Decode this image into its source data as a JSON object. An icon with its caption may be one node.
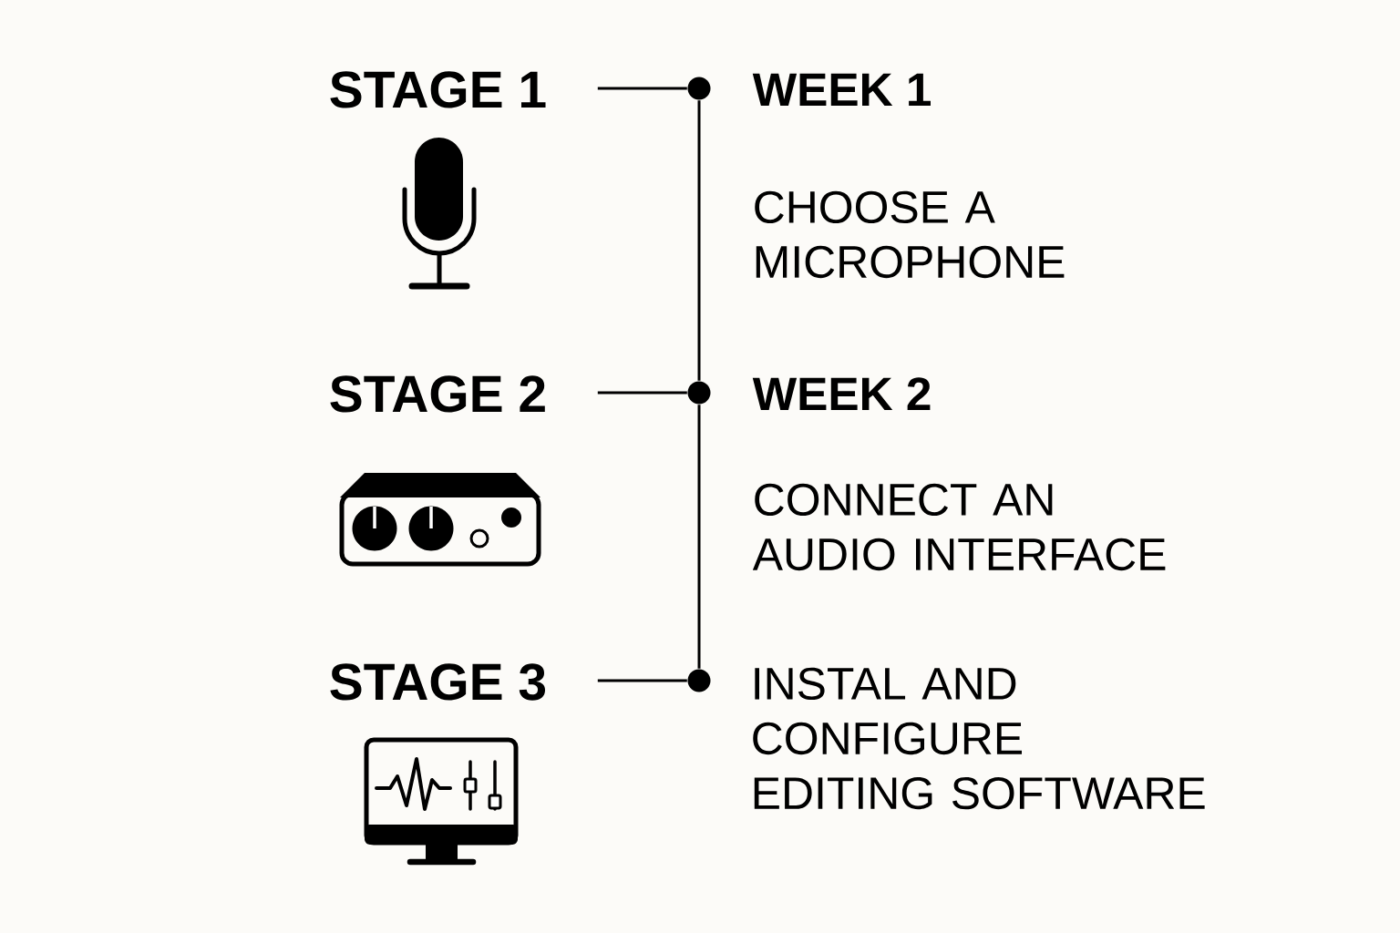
{
  "diagram": {
    "nodes": [
      {
        "text": [
          "STAGE 1"
        ]
      },
      {
        "text": [],
        "shape": "circle",
        "beside": [
          "WEEK 1",
          "CHOOSE A MICROPHONE"
        ]
      },
      {
        "text": [
          "STAGE 2"
        ]
      },
      {
        "text": [],
        "shape": "circle",
        "beside": [
          "WEEK 2",
          "CONNECT AN AUDIO INTERFACE"
        ]
      },
      {
        "text": [
          "STAGE 3"
        ]
      },
      {
        "text": [],
        "shape": "circle",
        "beside": [
          "INSTAL AND CONFIGURE EDITING SOFTWARE"
        ]
      }
    ],
    "edges": [
      {
        "from": 0,
        "to": 1,
        "arrow": "none"
      },
      {
        "from": 1,
        "to": 3,
        "arrow": "none"
      },
      {
        "from": 2,
        "to": 3,
        "arrow": "none"
      },
      {
        "from": 3,
        "to": 5,
        "arrow": "none"
      },
      {
        "from": 4,
        "to": 5,
        "arrow": "none"
      }
    ]
  }
}
